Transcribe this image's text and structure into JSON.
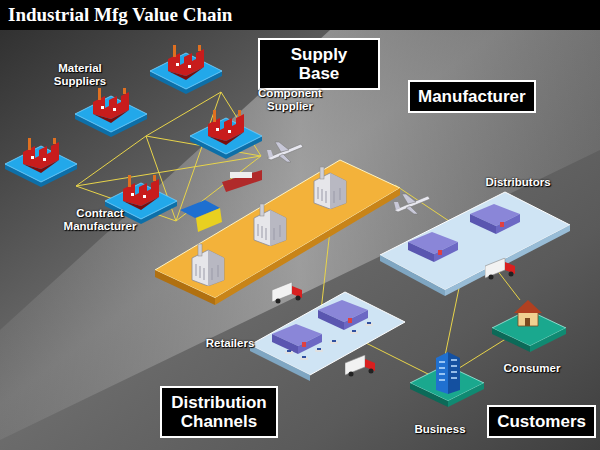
{
  "diagram": {
    "title": "Industrial Mfg Value Chain",
    "nodes": [
      {
        "text": [
          "Supply Base"
        ]
      },
      {
        "text": [
          "Manufacturer"
        ]
      },
      {
        "text": [
          "Distribution Channels"
        ]
      },
      {
        "text": [
          "Customers"
        ]
      }
    ],
    "labels": [
      "Material Suppliers",
      "Component Supplier",
      "Contract Manufacturer",
      "Distributors",
      "Retailers",
      "Consumer",
      "Business"
    ]
  }
}
